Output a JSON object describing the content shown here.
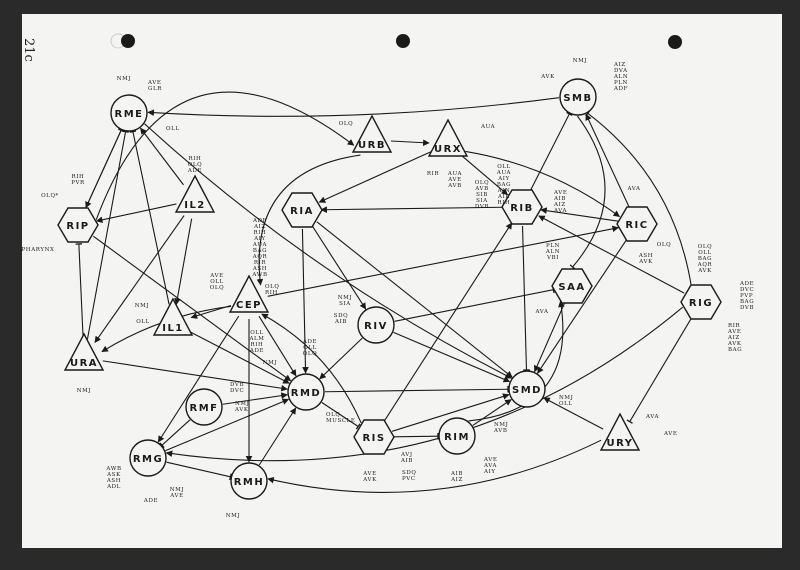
{
  "margin_note": "21c",
  "nodes": [
    {
      "label": "RME",
      "shape": "circle"
    },
    {
      "label": "RIP",
      "shape": "hexagon"
    },
    {
      "label": "IL2",
      "shape": "triangle"
    },
    {
      "label": "URB",
      "shape": "triangle"
    },
    {
      "label": "URX",
      "shape": "triangle"
    },
    {
      "label": "SMB",
      "shape": "circle"
    },
    {
      "label": "RIA",
      "shape": "hexagon"
    },
    {
      "label": "RIB",
      "shape": "hexagon"
    },
    {
      "label": "RIC",
      "shape": "hexagon"
    },
    {
      "label": "CEP",
      "shape": "triangle"
    },
    {
      "label": "IL1",
      "shape": "triangle"
    },
    {
      "label": "URA",
      "shape": "triangle"
    },
    {
      "label": "RIV",
      "shape": "circle"
    },
    {
      "label": "SAA",
      "shape": "hexagon"
    },
    {
      "label": "RIG",
      "shape": "hexagon"
    },
    {
      "label": "RMD",
      "shape": "circle"
    },
    {
      "label": "RMF",
      "shape": "circle"
    },
    {
      "label": "RMG",
      "shape": "circle"
    },
    {
      "label": "RMH",
      "shape": "circle"
    },
    {
      "label": "RIS",
      "shape": "hexagon"
    },
    {
      "label": "RIM",
      "shape": "circle"
    },
    {
      "label": "SMD",
      "shape": "circle"
    },
    {
      "label": "URY",
      "shape": "triangle"
    }
  ],
  "annotations": [
    [
      "NMJ"
    ],
    [
      "AVE",
      "GLR"
    ],
    [
      "OLL"
    ],
    [
      "RIH",
      "PVR"
    ],
    [
      "OLQ*"
    ],
    [
      "PHARYNX"
    ],
    [
      "RIH",
      "OLQ",
      "ADE"
    ],
    [
      "OLQ"
    ],
    [
      "AUA"
    ],
    [
      "RIR"
    ],
    [
      "AUA",
      "AVE",
      "AVB"
    ],
    [
      "NMJ"
    ],
    [
      "AVK"
    ],
    [
      "AIZ",
      "DVA",
      "ALN",
      "PLN",
      "ADF"
    ],
    [
      "OLL",
      "AUA",
      "AIY",
      "BAG",
      "AIN",
      "AIB",
      "RIH"
    ],
    [
      "OLQ",
      "AVB",
      "SIB",
      "SIA",
      "DVB"
    ],
    [
      "AVE",
      "AIB",
      "AIZ",
      "AVA"
    ],
    [
      "AVA"
    ],
    [
      "OLQ"
    ],
    [
      "ASH",
      "AVK"
    ],
    [
      "ADF",
      "AIZ",
      "RIH",
      "AIY",
      "AUA",
      "BAG",
      "AQR",
      "RIR",
      "ASH",
      "AWB"
    ],
    [
      "AVE",
      "OLL",
      "OLQ"
    ],
    [
      "OLQ",
      "RIH"
    ],
    [
      "OLL",
      "ALM",
      "RIH",
      "ADE"
    ],
    [
      "NMJ"
    ],
    [
      "OLL"
    ],
    [
      "NMJ"
    ],
    [
      "NMJ",
      "SIA"
    ],
    [
      "SDQ",
      "AIB"
    ],
    [
      "PLN",
      "ALN",
      "VBI"
    ],
    [
      "AVA"
    ],
    [
      "OLQ",
      "OLL",
      "BAG",
      "AQR",
      "AVK"
    ],
    [
      "ADE",
      "DVC",
      "PVP",
      "BAG",
      "DVB"
    ],
    [
      "RIR",
      "AVE",
      "AIZ",
      "AVK",
      "BAG"
    ],
    [
      "ADE",
      "OLL",
      "OLQ"
    ],
    [
      "NMJ"
    ],
    [
      "OLQ",
      "MUSCLE"
    ],
    [
      "DVB",
      "DVC"
    ],
    [
      "NMJ",
      "AVK"
    ],
    [
      "AWB",
      "ASK",
      "ASH",
      "ADL"
    ],
    [
      "ADE"
    ],
    [
      "NMJ",
      "AVE"
    ],
    [
      "NMJ"
    ],
    [
      "AVJ",
      "AIB"
    ],
    [
      "AVE",
      "AVK"
    ],
    [
      "SDQ",
      "PVC"
    ],
    [
      "NMJ",
      "AVB"
    ],
    [
      "AVE",
      "AVA",
      "AIY"
    ],
    [
      "AIB",
      "AIZ"
    ],
    [
      "NMJ",
      "OLL"
    ],
    [
      "AVA"
    ],
    [
      "AVE"
    ]
  ],
  "colors": {
    "ink": "#1a1a1a",
    "paper": "#f4f4f2",
    "background": "#2a2a2a"
  }
}
